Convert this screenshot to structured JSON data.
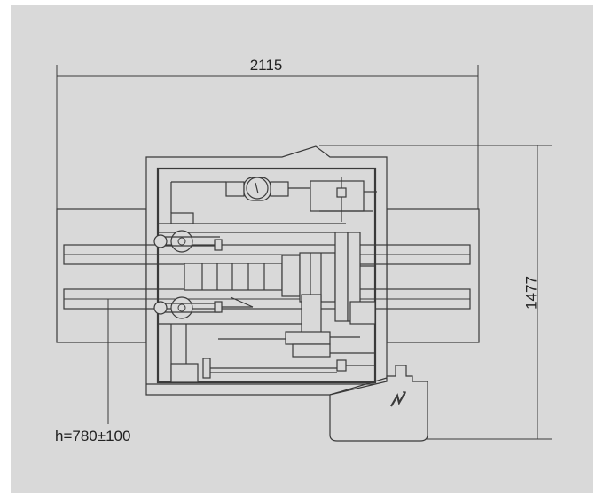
{
  "diagram": {
    "width_label": "2115",
    "depth_label": "1477",
    "height_label": "h=780±100"
  },
  "colors": {
    "background": "#d9d9d9",
    "line": "#3a3a3a",
    "text": "#222222"
  },
  "icons": {
    "electrical_symbol": "lightning-bolt-icon"
  }
}
